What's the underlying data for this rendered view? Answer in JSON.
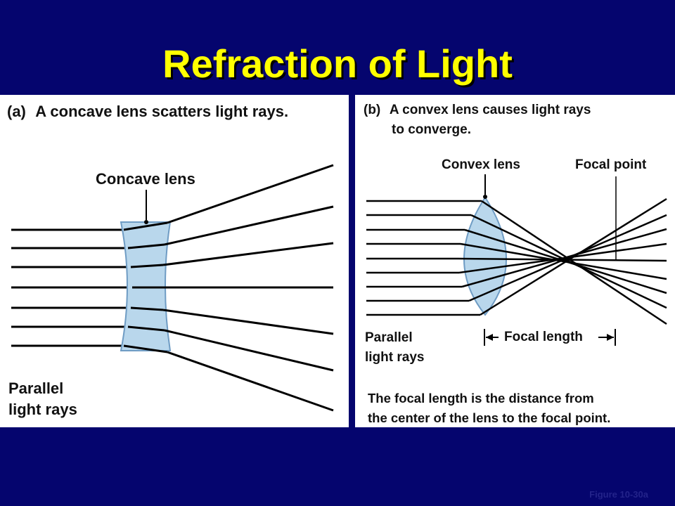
{
  "slide": {
    "title": "Refraction of Light",
    "figure_credit": "Figure 10-30a"
  },
  "panel_a": {
    "tag": "(a)",
    "caption_pre": "A",
    "caption_bold": "concave lens",
    "caption_post": "scatters light rays.",
    "lens_label": "Concave lens",
    "rays_label_line1": "Parallel",
    "rays_label_line2": "light rays"
  },
  "panel_b": {
    "tag": "(b)",
    "caption_pre": "A",
    "caption_bold": "convex lens",
    "caption_post": "causes light rays",
    "caption_line2": "to converge.",
    "lens_label": "Convex lens",
    "focal_point_label": "Focal point",
    "focal_length_label": "Focal length",
    "rays_label_line1": "Parallel",
    "rays_label_line2": "light rays",
    "note_line1": "The focal length is the distance from",
    "note_line2": "the center of the lens to the focal point."
  },
  "colors": {
    "background": "#05056e",
    "title": "#ffff00",
    "lens_fill": "#b9d7ec",
    "lens_stroke": "#6f9cc4",
    "ray": "#000000"
  }
}
